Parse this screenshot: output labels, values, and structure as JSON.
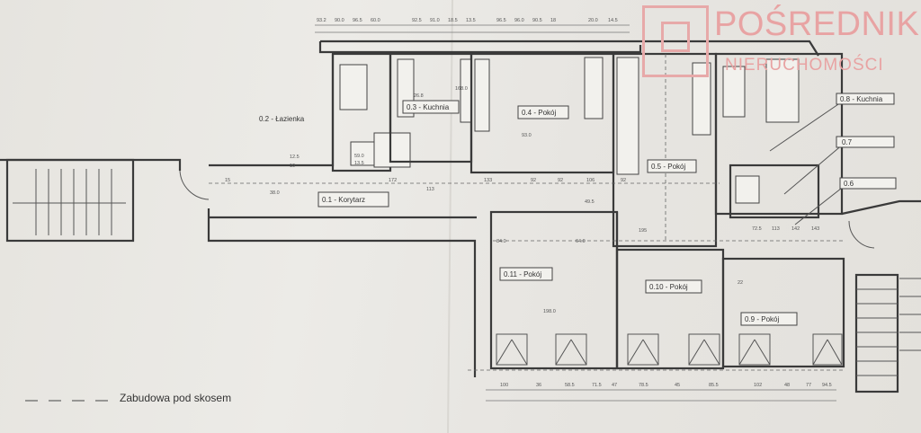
{
  "watermark": {
    "line1": "POŚREDNIK",
    "line2": "NIERUCHOMOŚCI",
    "color": "#e8a3a3"
  },
  "rooms": {
    "lazienka": "0.2 - Łazienka",
    "kuchnia": "0.3 - Kuchnia",
    "pokoj4": "0.4 - Pokój",
    "pokoj5": "0.5 - Pokój",
    "korytarz": "0.1 - Korytarz",
    "pokoj11": "0.11 - Pokój",
    "pokoj10": "0.10 - Pokój",
    "pokoj9": "0.9 - Pokój",
    "kuchnia8": "0.8 - Kuchnia",
    "tag7": "0.7",
    "tag6": "0.6"
  },
  "dimensions": {
    "top": [
      "93.2",
      "90.0",
      "96.5",
      "60.0",
      "92.5",
      "91.0",
      "18.5",
      "13.5",
      "96.5",
      "96.0",
      "90.5",
      "18",
      "20.0",
      "14.5"
    ],
    "mid": [
      "12.5",
      "10",
      "15",
      "38.0",
      "172",
      "113",
      "133",
      "92",
      "92",
      "106",
      "92",
      "72.5",
      "113",
      "142",
      "143"
    ],
    "bottom": [
      "100",
      "36",
      "58.5",
      "71.5",
      "47",
      "78.5",
      "45",
      "85.5",
      "102",
      "48",
      "77",
      "94.5"
    ],
    "inner": [
      "59.0",
      "13.5",
      "26.8",
      "168.0",
      "93.0",
      "49.5",
      "84.0",
      "64.0",
      "198.0",
      "195",
      "22"
    ]
  },
  "legend": {
    "text": "Zabudowa pod skosem"
  }
}
